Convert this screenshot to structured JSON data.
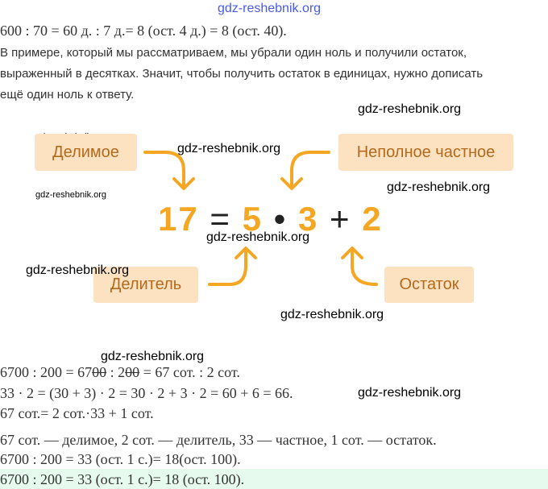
{
  "watermark": "gdz-reshebnik.org",
  "lines": {
    "l1": "600 : 70 = 60 д. : 7 д.= 8 (ост. 4 д.) = 8 (ост. 40).",
    "p1": "В примере, который мы рассматриваем, мы убрали один ноль и получили остаток,",
    "p2": "выраженный в десятках. Значит, чтобы получить остаток в единицах, нужно дописать",
    "p3": "ещё один ноль к ответу."
  },
  "diagram": {
    "dividend": "Делимое",
    "partial_quotient": "Неполное частное",
    "divisor": "Делитель",
    "remainder": "Остаток",
    "n17": "17",
    "eq": "=",
    "n5": "5",
    "dot": "•",
    "n3": "3",
    "plus": "+",
    "n2": "2",
    "accent": "#f5a623"
  },
  "bottom": {
    "b1a": "6700 : 200 = 67",
    "b1s1": "00",
    "b1b": " : 2",
    "b1s2": "00",
    "b1c": " = 67 сот. : 2 сот.",
    "b2": "33 · 2 = (30 + 3) · 2 = 30 · 2 + 3 · 2 = 60 + 6 = 66.",
    "b3": "67 сот.= 2 сот.·33 + 1 сот.",
    "b4": "67 сот. — делимое, 2 сот. — делитель, 33 — частное, 1 сот. — остаток.",
    "b5": "6700 : 200 = 33 (ост. 1 с.)= 18(ост. 100).",
    "b6": "6700 : 200 = 33 (ост. 1 с.)= 18 (ост. 100)."
  }
}
